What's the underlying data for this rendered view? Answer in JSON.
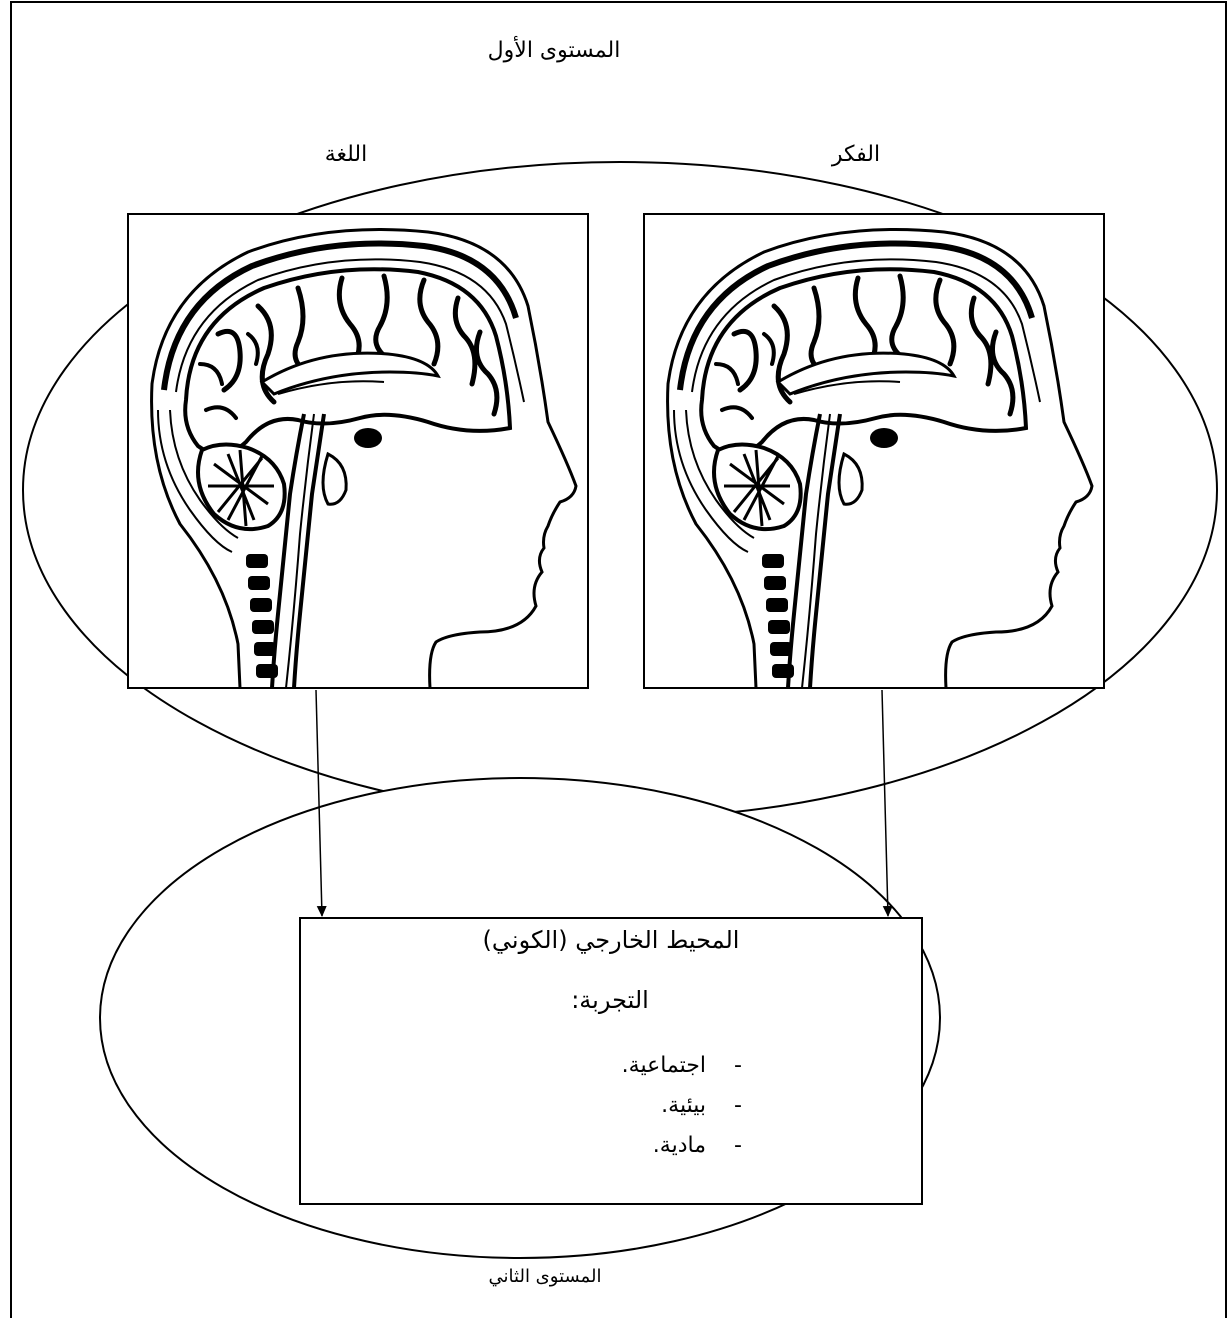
{
  "labels": {
    "level_one": "المستوى الأول",
    "language": "اللغة",
    "thought": "الفكر",
    "level_two": "المستوى الثاني"
  },
  "environment": {
    "title": "المحيط الخارجي (الكوني)",
    "experience_title": "التجربة:",
    "items": [
      {
        "dash": "-",
        "text": "اجتماعية."
      },
      {
        "dash": "-",
        "text": "بيئية."
      },
      {
        "dash": "-",
        "text": "مادية."
      }
    ]
  },
  "panels": [
    {
      "id": "language",
      "image": "brain-head-profile-illustration"
    },
    {
      "id": "thought",
      "image": "brain-head-profile-illustration"
    }
  ],
  "colors": {
    "stroke": "#000000",
    "background": "#ffffff"
  }
}
